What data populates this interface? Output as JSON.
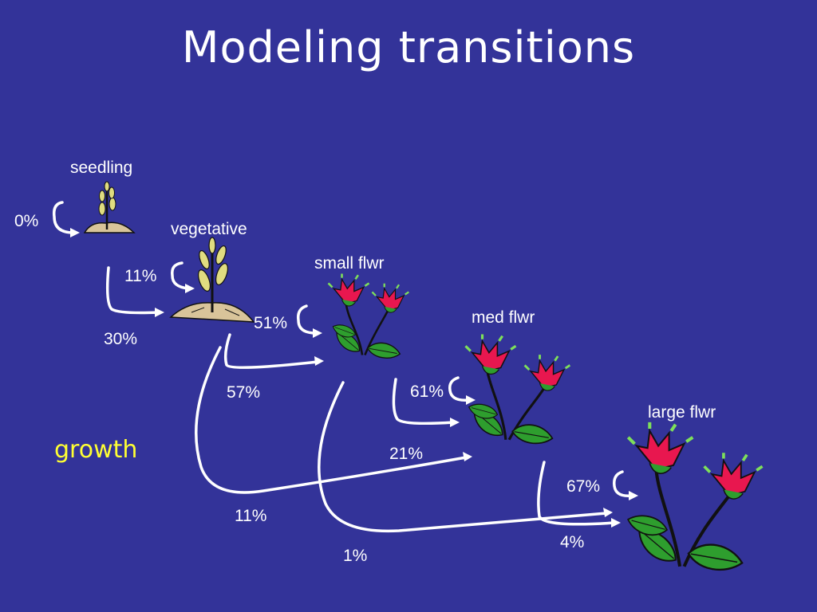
{
  "title": "Modeling transitions",
  "stages": {
    "seedling": "seedling",
    "vegetative": "vegetative",
    "small": "small flwr",
    "med": "med flwr",
    "large": "large flwr"
  },
  "rates": {
    "seedling_stay": "0%",
    "seedling_to_vegetative": "30%",
    "vegetative_stay": "11%",
    "vegetative_to_small": "57%",
    "vegetative_to_med": "11%",
    "small_stay": "51%",
    "small_to_med": "21%",
    "small_to_large": "1%",
    "med_stay": "61%",
    "med_to_large": "4%",
    "large_stay": "67%"
  },
  "caption": "growth",
  "colors": {
    "background": "#333399",
    "text": "#ffffff",
    "caption": "#ffff33",
    "petal": "#e8174f",
    "leaf": "#2e9e2e",
    "soil": "#d8c49a"
  },
  "icons": [
    "seedling-sprout-icon",
    "vegetative-plant-icon",
    "small-flower-icon",
    "medium-flower-icon",
    "large-flower-icon"
  ]
}
